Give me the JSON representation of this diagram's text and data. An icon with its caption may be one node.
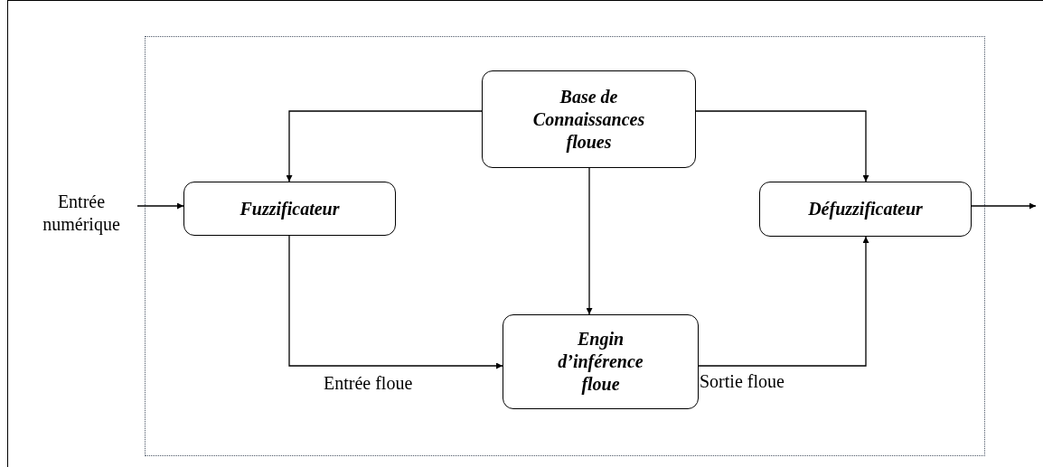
{
  "diagram": {
    "nodes": [
      {
        "text": [
          "Base de Connaissances floues"
        ]
      },
      {
        "text": [
          "Fuzzificateur"
        ]
      },
      {
        "text": [
          "Défuzzificateur"
        ]
      },
      {
        "text": [
          "Engin d’inférence floue"
        ]
      },
      {
        "text": [
          "Entrée numérique"
        ]
      }
    ],
    "edges": [
      {
        "from": 0,
        "to": 1,
        "arrow": "to"
      },
      {
        "from": 0,
        "to": 2,
        "arrow": "to"
      },
      {
        "from": 0,
        "to": 3,
        "arrow": "to"
      },
      {
        "from": 1,
        "to": 3,
        "arrow": "to",
        "label": "Entrée floue"
      },
      {
        "from": 3,
        "to": 2,
        "arrow": "to",
        "label": "Sortie floue"
      },
      {
        "from": 4,
        "to": 1,
        "arrow": "to"
      },
      {
        "from": 2,
        "to": null,
        "arrow": "to"
      }
    ]
  }
}
